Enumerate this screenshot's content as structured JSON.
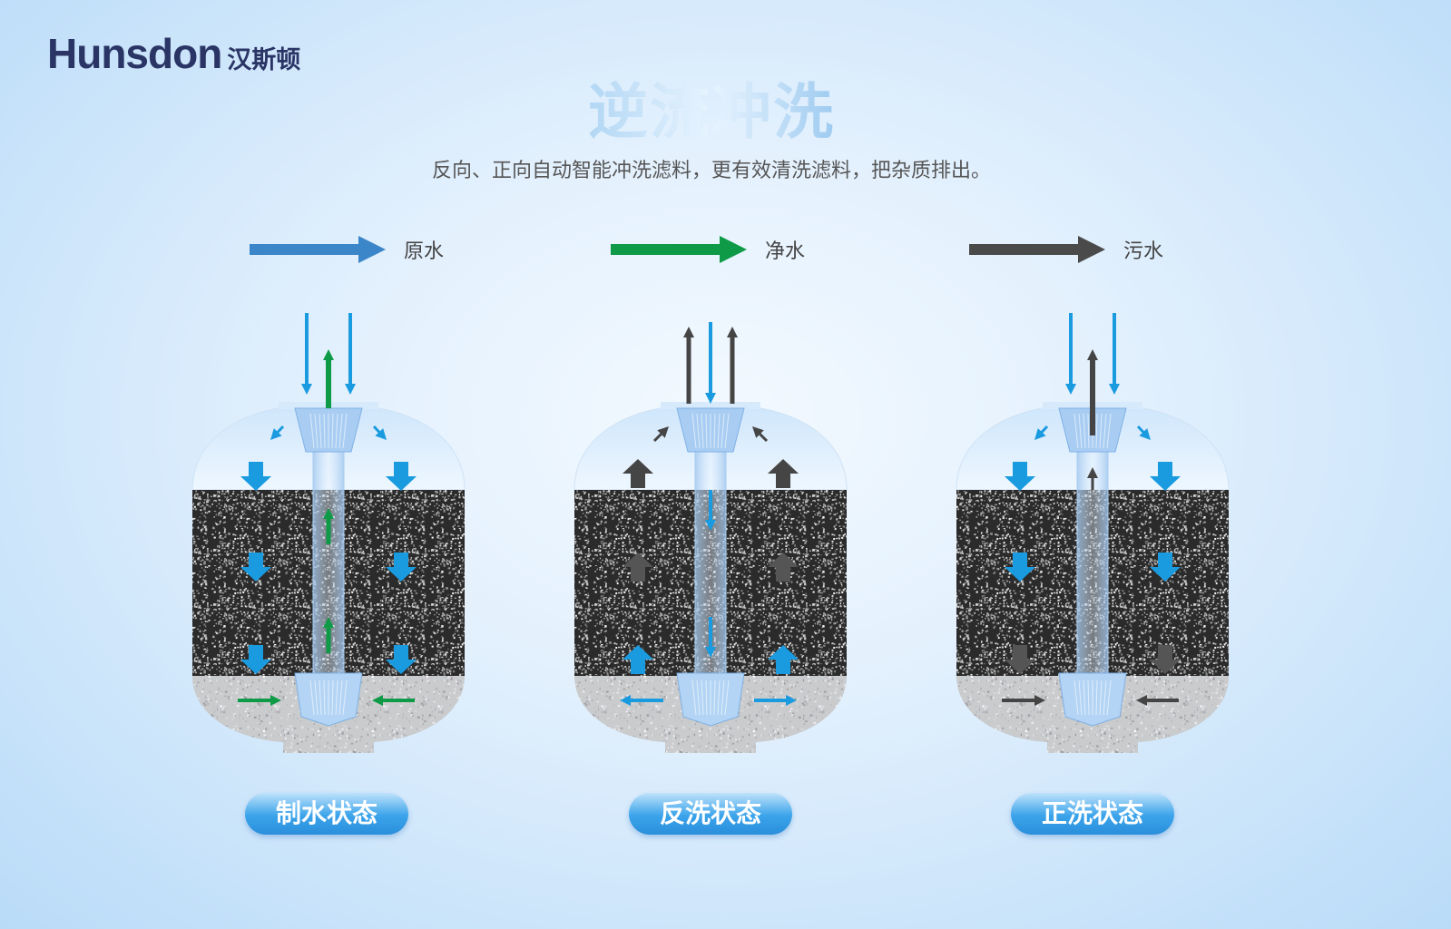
{
  "brand": {
    "name_en": "Hunsdon",
    "name_cn": "汉斯顿"
  },
  "title": "逆流冲洗",
  "subtitle": "反向、正向自动智能冲洗滤料，更有效清洗滤料，把杂质排出。",
  "legend": [
    {
      "label": "原水",
      "color": "#3b86c8"
    },
    {
      "label": "净水",
      "color": "#0e9a47"
    },
    {
      "label": "污水",
      "color": "#4a4a4a"
    }
  ],
  "states": [
    {
      "label": "制水状态",
      "mode": "service"
    },
    {
      "label": "反洗状态",
      "mode": "backwash"
    },
    {
      "label": "正洗状态",
      "mode": "rinse"
    }
  ],
  "colors": {
    "raw": "#1a9be0",
    "clean": "#0e9a47",
    "waste": "#454545"
  }
}
